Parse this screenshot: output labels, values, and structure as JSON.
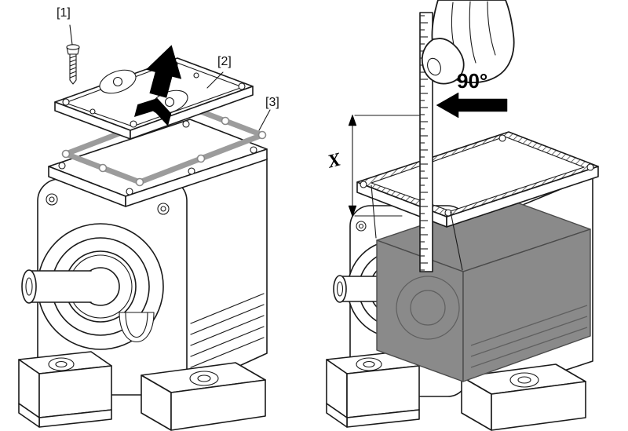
{
  "document": {
    "background": "#ffffff",
    "kind": "technical-illustration"
  },
  "labels": {
    "item1": "[1]",
    "item2": "[2]",
    "item3": "[3]",
    "angle": "90°",
    "dimension": "X"
  },
  "legend": [
    {
      "callout": "[1]",
      "part": "fastening-screw"
    },
    {
      "callout": "[2]",
      "part": "cover-plate"
    },
    {
      "callout": "[3]",
      "part": "gasket"
    },
    {
      "callout": "90°",
      "part": "dipstick-insertion-angle"
    },
    {
      "callout": "X",
      "part": "oil-level-distance"
    }
  ],
  "colors": {
    "line": "#1a1a1a",
    "gasket": "#9c9c9c",
    "oil_fill": "#8a8a8a",
    "arrow_fill": "#000000"
  }
}
